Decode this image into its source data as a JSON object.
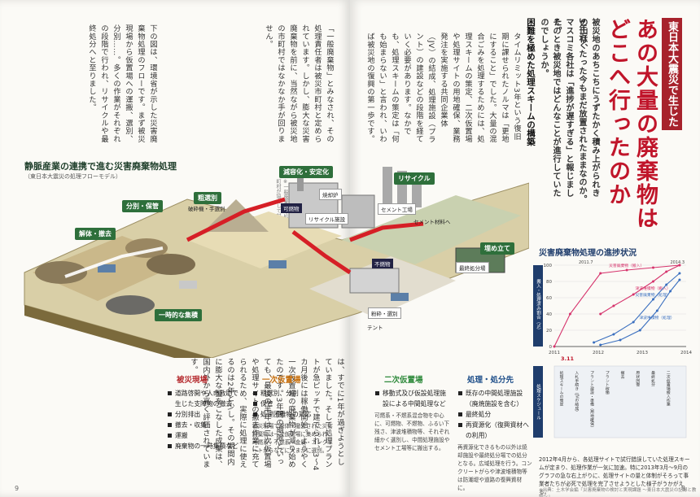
{
  "header": {
    "chapter_tag": "東日本大震災で生じた",
    "title_line1": "あの大量の廃棄物は",
    "title_line2": "どこへ行ったのか",
    "lead_lines": [
      "被災地のあちこちにうずたかく積み上がられきの山は、",
      "3年近くたった今もまだ放置されたままなのか。",
      "マスコミ各社は「進捗が遅すぎる」と報じました。",
      "そのとき被災地ではどんなことが進行していたのでしょうか。"
    ]
  },
  "article": {
    "section_heading": "困難を極めた処理スキームの構築",
    "columns": [
      "タイムリミット3年という復旧期に課せられたノルマは「更地にすること」でした。大量の混合ごみを処理するためには、処理スキームの策定、二次仮置場や処理サイトの用地確保、業務発注を実施する共同企業体（JV）の結成、処理施設（プラント）の建設などの段階を経ていく必要があります。なかでも、処理スキームの策定は「何も始まらない」と言われ、いわば被災地の復興の第一歩です。",
      "「一般廃棄物」とみなされ、その処理責任者は被災市町村と定められています。しかし、膨大な災害廃棄物を前に、当然ながら被災地の市町村ではなかなか手が回りません。",
      "下の図は、環境省が示した災害廃棄物処理のフローです。まず被災現場から仮置場への運搬、選別、分別……。多くの作業がそれぞれの段階で行われ、リサイクルや最終処分へと至りました。",
      "は、すでに1年が過ぎようとしていました。そして処理プラントが急ピッチで建てられ、3〜4カ月後には稼働開始。ようやく一次仮置場の廃棄物が減り始めたのです。3年間の期限といっても、最後の半年は二次仮置場や処理サイトの撤去作業に充てられるため、実際に処理に使えるのは2年と少し。その期間内に膨大な量をこなした成果は、国内外から高く評価されています。"
    ]
  },
  "diagram": {
    "title": "静脈産業の連携で進む災害廃棄物処理",
    "subtitle": "（東日本大震災の処理フローモデル）",
    "side_note": "※一般廃棄物の処理にあたり、複数の市町村が協力して対応",
    "tags": {
      "dismantle": "解体・撤去",
      "sort_store": "分別・保管",
      "crush": "粗選別",
      "reduce_stabilize": "減容化・安定化",
      "recycle": "リサイクル",
      "landfill": "埋め立て",
      "temp_yard": "一時的な集積"
    },
    "labels": {
      "incinerator": "焼却炉",
      "recycle_facility": "リサイクル施設",
      "cement": "セメント工場",
      "final_disposal": "最終処分場",
      "crushing": "粉砕・選別",
      "crusher_note": "破砕機・手選別",
      "tent_note": "テント",
      "cement_material": "セメント材料へ",
      "combustible": "可燃物",
      "incombustible": "不燃物"
    }
  },
  "stages": [
    {
      "name": "被災現場",
      "color": "#b52a2e",
      "items": [
        "道路啓開や人命救助で生じた支障物の撤去",
        "分別排出",
        "撤去・収集",
        "運搬",
        "廃棄物の一時集積など"
      ]
    },
    {
      "name": "一次仮置場",
      "color": "#c7700f",
      "items": [
        "粗選別、分別",
        "保管",
        "処理困難物の対応"
      ],
      "note": "被災現場で解体・撤去された災害廃棄物は一次仮置場に集められ、可燃系・不燃系・金属・コンクリートがらなどに大まかに選別。"
    },
    {
      "name": "二次仮置場",
      "color": "#2f8a3c",
      "items": [
        "移動式及び仮設処理施設による中間処理など"
      ],
      "note": "可燃系・不燃系混合物を中心に、可燃物、不燃物、ふるい下残さ、津波堆積物等、それぞれ細かく選別し、中間処理施設やセメント工場等に搬出する。"
    },
    {
      "name": "処理・処分先",
      "color": "#1f4f8a",
      "items": [
        "既存の中間処理施設（廃焼施設を含む）",
        "最終処分",
        "再資源化（復興資材への利用）"
      ],
      "note": "再資源化できるもの以外は焼却施設や最終処分場での処分となる。広域処理を行う。コンクリートがらや津波堆積物等は防潮堤や道路の復興資材に。"
    }
  ],
  "progress_chart": {
    "title": "災害廃棄物処理の進捗状況",
    "ylabel": "搬入・処理済み割合（%）",
    "schedule_label": "処理スケジュール",
    "caption": "2012年4月から、各処理サイトで試行錯誤していた処理スキームが定まり、処理作業が一気に加速。特に2013年3月〜9月のグラフの急な右上がりに、処理サイトの量と体制がそろって事業者たちが必死で処理を完了させようとした様子がうかがえる。",
    "source": "※出典：土木学会編『災害廃棄物の検討と実現課題 〜東日本大震災の記録と教訓〜』",
    "chart_data": {
      "type": "line",
      "x_labels": [
        "2011",
        "2012",
        "2013",
        "2014"
      ],
      "start_label": "3.11",
      "top_labels": [
        "2011.7",
        "2014.3"
      ],
      "ylim": [
        0,
        100
      ],
      "yticks": [
        0,
        20,
        40,
        60,
        80,
        100
      ],
      "series": [
        {
          "name": "災害廃棄物（搬入）",
          "color": "#d6336c",
          "points": [
            [
              0.0,
              0
            ],
            [
              0.12,
              40
            ],
            [
              0.35,
              90
            ],
            [
              0.55,
              94
            ],
            [
              0.75,
              97
            ],
            [
              0.95,
              100
            ]
          ]
        },
        {
          "name": "津波堆積物（搬入）",
          "color": "#d6336c",
          "points": [
            [
              0.35,
              40
            ],
            [
              0.45,
              50
            ],
            [
              0.6,
              64
            ],
            [
              0.75,
              80
            ],
            [
              0.85,
              92
            ],
            [
              0.95,
              100
            ]
          ]
        },
        {
          "name": "災害廃棄物（処理）",
          "color": "#3a6fbf",
          "points": [
            [
              0.3,
              5
            ],
            [
              0.45,
              15
            ],
            [
              0.6,
              30
            ],
            [
              0.75,
              58
            ],
            [
              0.85,
              76
            ],
            [
              0.95,
              90
            ]
          ]
        },
        {
          "name": "津波堆積物（処理）",
          "color": "#3a6fbf",
          "points": [
            [
              0.35,
              2
            ],
            [
              0.5,
              8
            ],
            [
              0.65,
              20
            ],
            [
              0.78,
              44
            ],
            [
              0.88,
              68
            ],
            [
              0.95,
              82
            ]
          ]
        }
      ],
      "schedule": [
        "処理スキームの策定",
        "入札手続き（JVの結成）",
        "プラント建設・準備（用地確保）",
        "プラント稼働",
        "撤去",
        "原状回復",
        "最終処分",
        "二次仮置場搬入作業"
      ]
    }
  },
  "pages": {
    "left_num": "9",
    "right_num": "8"
  }
}
